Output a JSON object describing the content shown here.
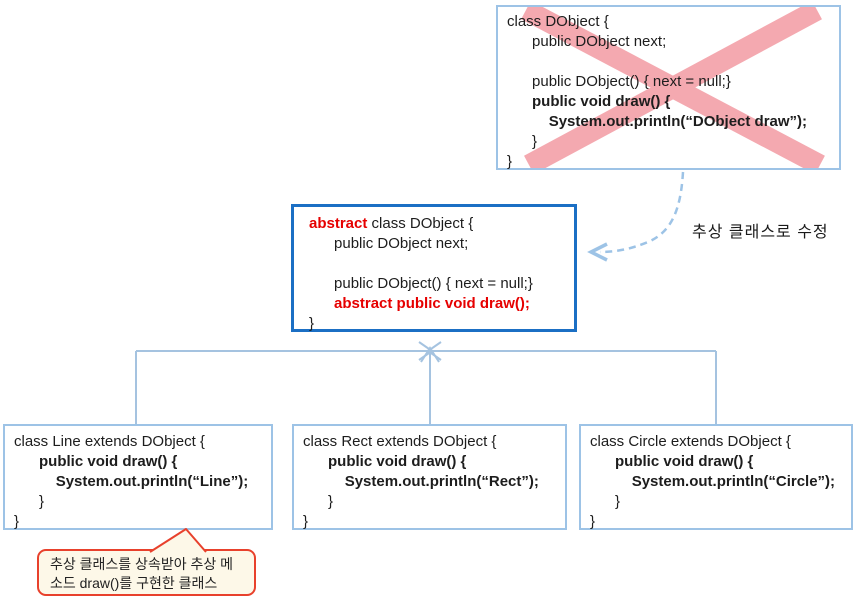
{
  "colors": {
    "light_box_border": "#9dc3e6",
    "strong_box_border": "#1b6fc4",
    "code_text": "#1d1d1d",
    "keyword_red": "#e60000",
    "cross_pink": "#f4a9b0",
    "connector_blue": "#a5c3e0",
    "dashed_arrow_blue": "#9dc3e6",
    "callout_border_red": "#e8412c",
    "callout_bg_cream": "#fdf8e8"
  },
  "top_box": {
    "lines": [
      [
        {
          "t": "class DObject {"
        }
      ],
      [
        {
          "t": "      public DObject next;"
        }
      ],
      [],
      [
        {
          "t": "      public DObject() { next = null;}"
        }
      ],
      [
        {
          "t": "      "
        },
        {
          "t": "public void draw() {",
          "b": true
        }
      ],
      [
        {
          "t": "          "
        },
        {
          "t": "System.out.println(“DObject draw”);",
          "b": true
        }
      ],
      [
        {
          "t": "      }"
        }
      ],
      [
        {
          "t": "}"
        }
      ]
    ]
  },
  "arrow_label": "추상 클래스로 수정",
  "abstract_box": {
    "lines": [
      [
        {
          "t": "abstract",
          "b": true,
          "r": true
        },
        {
          "t": " class DObject {"
        }
      ],
      [
        {
          "t": "      public DObject next;"
        }
      ],
      [],
      [
        {
          "t": "      public DObject() { next = null;}"
        }
      ],
      [
        {
          "t": "      "
        },
        {
          "t": "abstract public void draw();",
          "b": true,
          "r": true
        }
      ],
      [
        {
          "t": "}"
        }
      ]
    ]
  },
  "subclasses": {
    "line": {
      "lines": [
        [
          {
            "t": "class Line extends DObject {"
          }
        ],
        [
          {
            "t": "      "
          },
          {
            "t": "public void draw() {",
            "b": true
          }
        ],
        [
          {
            "t": "          "
          },
          {
            "t": "System.out.println(“Line”);",
            "b": true
          }
        ],
        [
          {
            "t": "      }"
          }
        ],
        [
          {
            "t": "}"
          }
        ]
      ]
    },
    "rect": {
      "lines": [
        [
          {
            "t": "class Rect extends DObject {"
          }
        ],
        [
          {
            "t": "      "
          },
          {
            "t": "public void draw() {",
            "b": true
          }
        ],
        [
          {
            "t": "          "
          },
          {
            "t": "System.out.println(“Rect”);",
            "b": true
          }
        ],
        [
          {
            "t": "      }"
          }
        ],
        [
          {
            "t": "}"
          }
        ]
      ]
    },
    "circle": {
      "lines": [
        [
          {
            "t": "class Circle extends DObject {"
          }
        ],
        [
          {
            "t": "      "
          },
          {
            "t": "public void draw() {",
            "b": true
          }
        ],
        [
          {
            "t": "          "
          },
          {
            "t": "System.out.println(“Circle”);",
            "b": true
          }
        ],
        [
          {
            "t": "      }"
          }
        ],
        [
          {
            "t": "}"
          }
        ]
      ]
    }
  },
  "callout": {
    "line1": "추상 클래스를 상속받아 추상 메",
    "line2": "소드 draw()를 구현한 클래스"
  }
}
